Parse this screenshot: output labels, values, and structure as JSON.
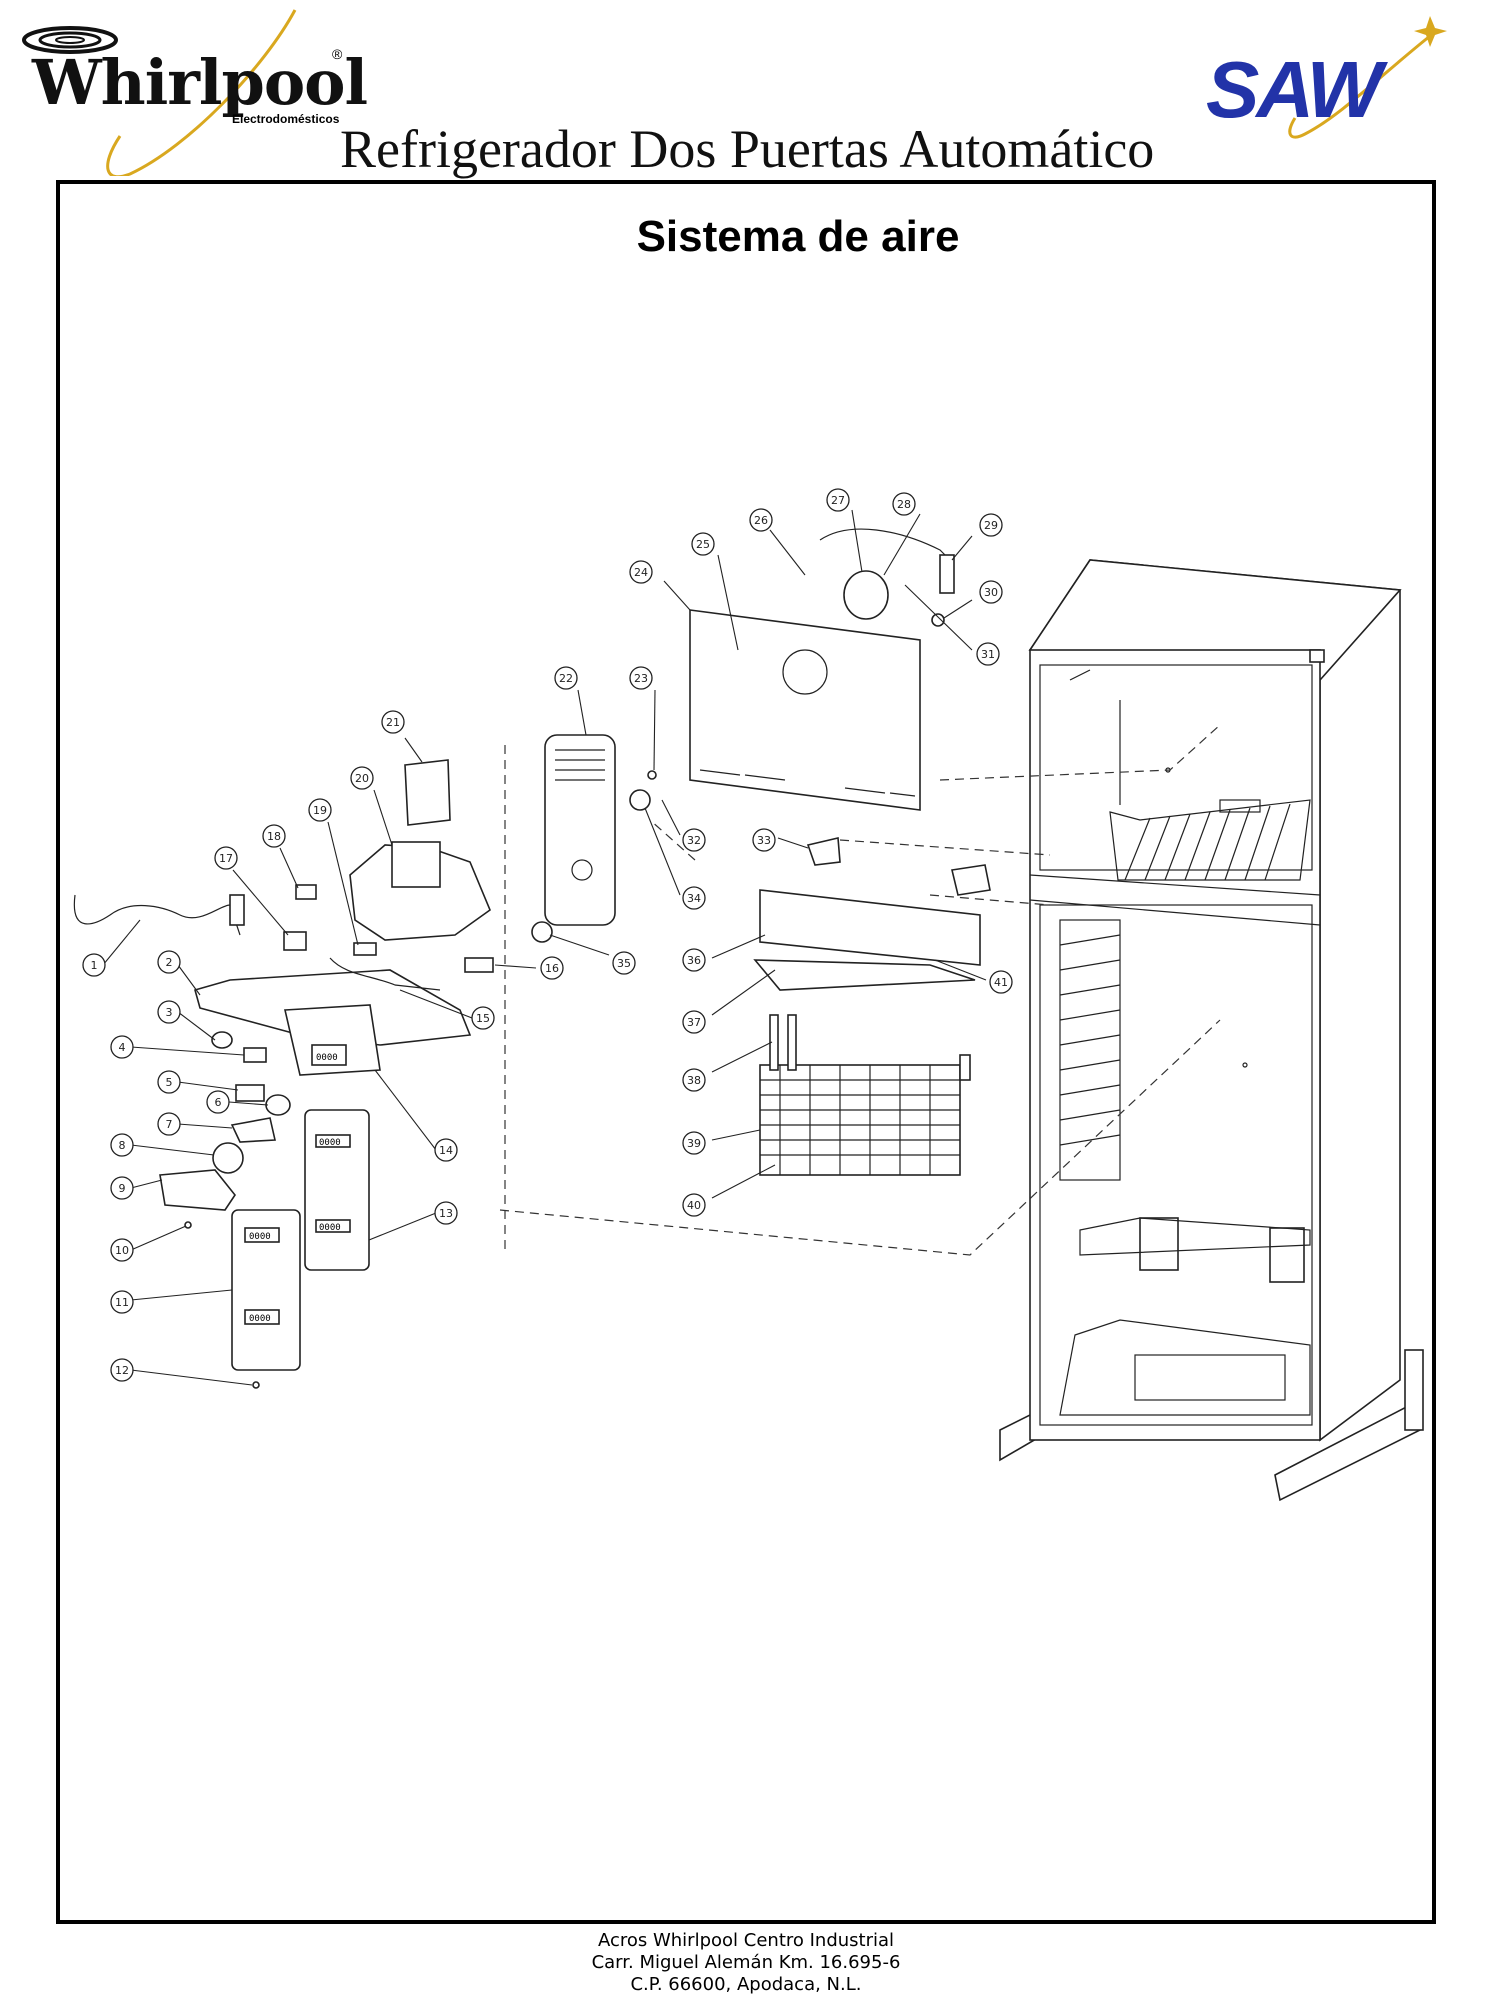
{
  "header": {
    "brand_left": "Whirlpool",
    "brand_left_registered": "®",
    "brand_left_sub": "Electrodomésticos",
    "brand_right": "SAW",
    "title": "Refrigerador Dos Puertas Automático"
  },
  "section": {
    "title": "Sistema de aire"
  },
  "diagram": {
    "callouts": [
      "1",
      "2",
      "3",
      "4",
      "5",
      "6",
      "7",
      "8",
      "9",
      "10",
      "11",
      "12",
      "13",
      "14",
      "15",
      "16",
      "17",
      "18",
      "19",
      "20",
      "21",
      "22",
      "23",
      "24",
      "25",
      "26",
      "27",
      "28",
      "29",
      "30",
      "31",
      "32",
      "33",
      "34",
      "35",
      "36",
      "37",
      "38",
      "39",
      "40",
      "41"
    ],
    "part_labels": [
      "0000",
      "0000",
      "0000",
      "0000",
      "0000"
    ]
  },
  "footer": {
    "line1": "Acros Whirlpool Centro Industrial",
    "line2": "Carr. Miguel Alemán Km. 16.695-6",
    "line3": "C.P. 66600, Apodaca, N.L."
  },
  "colors": {
    "saw_blue": "#2233a8",
    "whirlpool_swoosh": "#d9a81f"
  }
}
